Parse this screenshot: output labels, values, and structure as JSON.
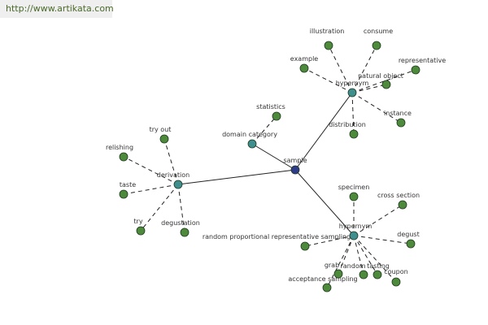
{
  "source_url": "http://www.artikata.com",
  "colors": {
    "hub_node": "#3f8f8f",
    "leaf_node": "#4e8a3c",
    "center_node": "#2e3a8a",
    "solid_edge": "#222222",
    "dashed_edge": "#222222"
  },
  "graph": {
    "center": {
      "id": "sample",
      "label": "sample"
    },
    "hubs": [
      {
        "id": "hyp1",
        "label": "hypernym"
      },
      {
        "id": "domain",
        "label": "domain category"
      },
      {
        "id": "deriv",
        "label": "derivation"
      },
      {
        "id": "hyp2",
        "label": "hypernym"
      }
    ],
    "leaves": [
      {
        "id": "illustration",
        "label": "illustration",
        "parent": "hyp1"
      },
      {
        "id": "consume",
        "label": "consume",
        "parent": "hyp1"
      },
      {
        "id": "example",
        "label": "example",
        "parent": "hyp1"
      },
      {
        "id": "representative",
        "label": "representative",
        "parent": "hyp1"
      },
      {
        "id": "natural_object",
        "label": "natural object",
        "parent": "hyp1"
      },
      {
        "id": "instance",
        "label": "instance",
        "parent": "hyp1"
      },
      {
        "id": "distribution",
        "label": "distribution",
        "parent": "hyp1"
      },
      {
        "id": "statistics",
        "label": "statistics",
        "parent": "domain"
      },
      {
        "id": "try_out",
        "label": "try out",
        "parent": "deriv"
      },
      {
        "id": "relishing",
        "label": "relishing",
        "parent": "deriv"
      },
      {
        "id": "taste",
        "label": "taste",
        "parent": "deriv"
      },
      {
        "id": "try",
        "label": "try",
        "parent": "deriv"
      },
      {
        "id": "degustation",
        "label": "degustation",
        "parent": "deriv"
      },
      {
        "id": "specimen",
        "label": "specimen",
        "parent": "hyp2"
      },
      {
        "id": "cross_section",
        "label": "cross section",
        "parent": "hyp2"
      },
      {
        "id": "degust",
        "label": "degust",
        "parent": "hyp2"
      },
      {
        "id": "random_prop",
        "label": "random proportional representative sampling",
        "parent": "hyp2"
      },
      {
        "id": "grab",
        "label": "grab",
        "parent": "hyp2"
      },
      {
        "id": "random",
        "label": "random",
        "parent": "hyp2"
      },
      {
        "id": "tasting",
        "label": "tasting",
        "parent": "hyp2"
      },
      {
        "id": "coupon",
        "label": "coupon",
        "parent": "hyp2"
      },
      {
        "id": "acceptance",
        "label": "acceptance sampling",
        "parent": "hyp2"
      }
    ]
  }
}
